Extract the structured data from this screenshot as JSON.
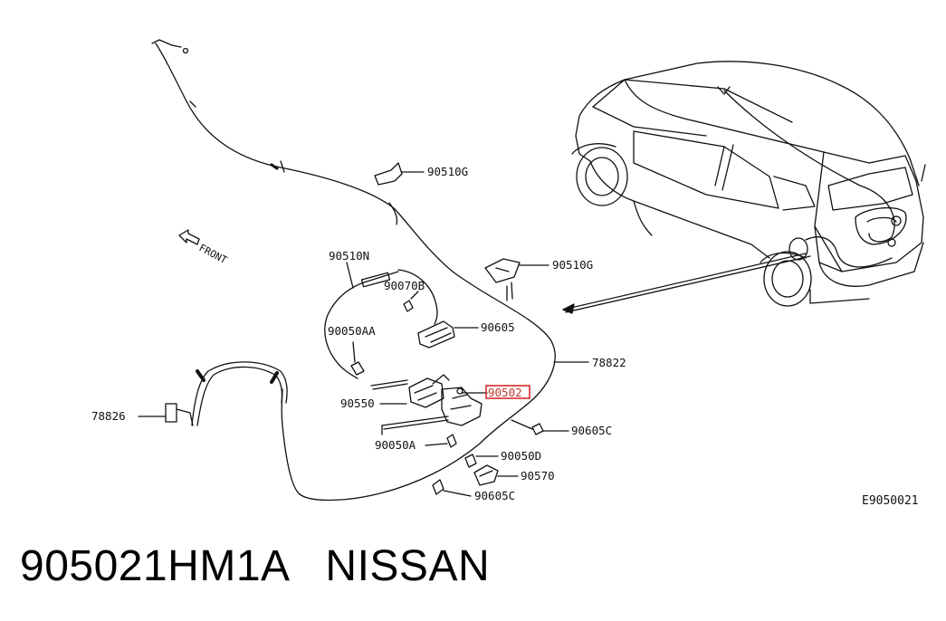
{
  "diagram": {
    "ref_code": "E9050021",
    "front_label": "FRONT",
    "highlight_color": "#d62c2c",
    "parts": [
      {
        "id": "p-90510G-1",
        "label": "90510G"
      },
      {
        "id": "p-90510G-2",
        "label": "90510G"
      },
      {
        "id": "p-90510N",
        "label": "90510N"
      },
      {
        "id": "p-90070B",
        "label": "90070B"
      },
      {
        "id": "p-90605",
        "label": "90605"
      },
      {
        "id": "p-90050AA",
        "label": "90050AA"
      },
      {
        "id": "p-78822",
        "label": "78822"
      },
      {
        "id": "p-90502",
        "label": "90502",
        "highlighted": true
      },
      {
        "id": "p-90550",
        "label": "90550"
      },
      {
        "id": "p-78826",
        "label": "78826"
      },
      {
        "id": "p-90605C-1",
        "label": "90605C"
      },
      {
        "id": "p-90050A",
        "label": "90050A"
      },
      {
        "id": "p-90050D",
        "label": "90050D"
      },
      {
        "id": "p-90570",
        "label": "90570"
      },
      {
        "id": "p-90605C-2",
        "label": "90605C"
      }
    ]
  },
  "caption": {
    "part_number": "905021HM1A",
    "brand": "NISSAN"
  }
}
